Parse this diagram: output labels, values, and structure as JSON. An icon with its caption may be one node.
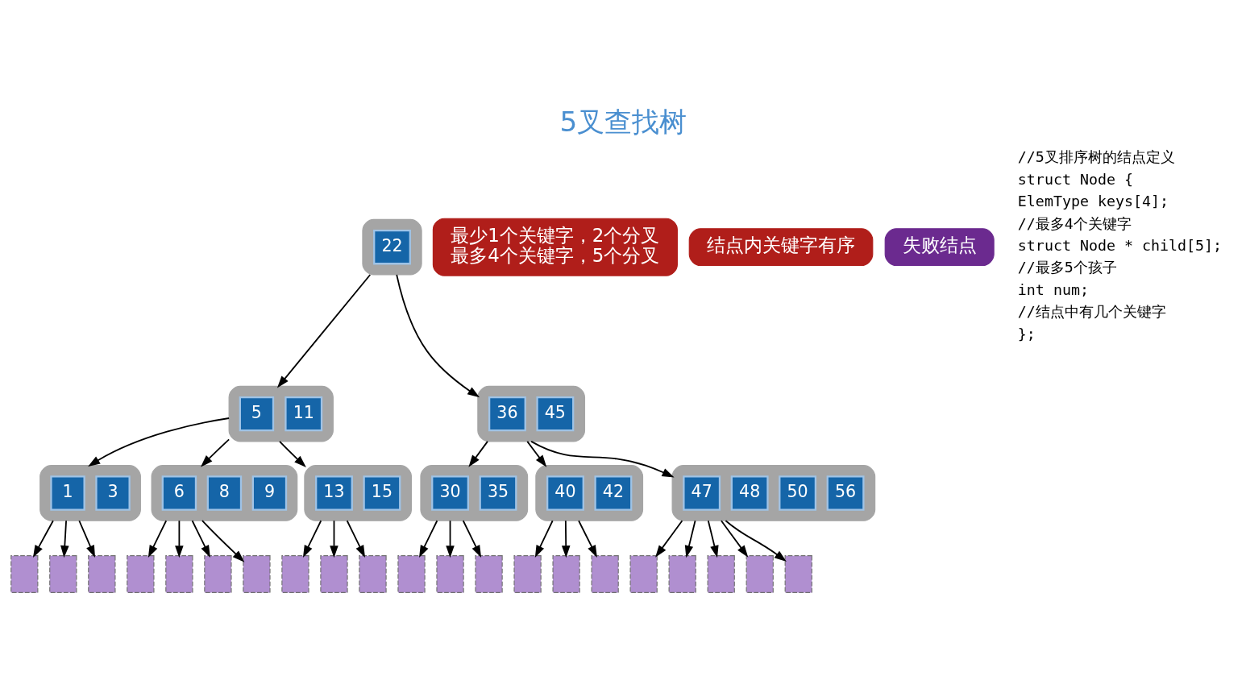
{
  "diagram": {
    "title": "5叉查找树",
    "nodes": [
      {
        "text": [],
        "shape": "box"
      },
      {
        "text": [
          "22"
        ],
        "in": 0
      },
      {
        "text": [
          "最少1个关键字，2个分叉",
          "最多4个关键字，5个分叉"
        ]
      },
      {
        "text": [],
        "shape": "box"
      },
      {
        "text": [
          "5"
        ],
        "in": 3
      },
      {
        "text": [
          "11"
        ],
        "in": 3
      },
      {
        "text": [],
        "shape": "box"
      },
      {
        "text": [
          "36"
        ],
        "in": 6
      },
      {
        "text": [
          "45"
        ],
        "in": 6
      },
      {
        "text": [
          "结点内关键字有序"
        ]
      },
      {
        "text": [],
        "shape": "box"
      },
      {
        "text": [
          "1"
        ],
        "in": 10
      },
      {
        "text": [
          "3"
        ],
        "in": 10
      },
      {
        "text": [],
        "shape": "box"
      },
      {
        "text": [
          "6"
        ],
        "in": 13
      },
      {
        "text": [
          "8"
        ],
        "in": 13
      },
      {
        "text": [
          "9"
        ],
        "in": 13
      },
      {
        "text": [],
        "shape": "box"
      },
      {
        "text": [
          "13"
        ],
        "in": 17
      },
      {
        "text": [
          "15"
        ],
        "in": 17
      },
      {
        "text": [],
        "shape": "box"
      },
      {
        "text": [
          "30"
        ],
        "in": 20
      },
      {
        "text": [
          "35"
        ],
        "in": 20
      },
      {
        "text": [],
        "shape": "box"
      },
      {
        "text": [
          "40"
        ],
        "in": 23
      },
      {
        "text": [
          "42"
        ],
        "in": 23
      },
      {
        "text": [],
        "shape": "box"
      },
      {
        "text": [
          "47"
        ],
        "in": 26
      },
      {
        "text": [
          "48"
        ],
        "in": 26
      },
      {
        "text": [
          "50"
        ],
        "in": 26
      },
      {
        "text": [
          "56"
        ],
        "in": 26
      },
      {
        "text": [],
        "shape": "box"
      },
      {
        "text": [],
        "shape": "box"
      },
      {
        "text": [],
        "shape": "box"
      },
      {
        "text": [],
        "shape": "box"
      },
      {
        "text": [],
        "shape": "box"
      },
      {
        "text": [],
        "shape": "box"
      },
      {
        "text": [],
        "shape": "box"
      },
      {
        "text": [],
        "shape": "box"
      },
      {
        "text": [],
        "shape": "box"
      },
      {
        "text": [],
        "shape": "box"
      },
      {
        "text": [],
        "shape": "box"
      },
      {
        "text": [],
        "shape": "box"
      },
      {
        "text": [],
        "shape": "box"
      },
      {
        "text": [],
        "shape": "box"
      },
      {
        "text": [],
        "shape": "box"
      },
      {
        "text": [],
        "shape": "box"
      },
      {
        "text": [],
        "shape": "box"
      },
      {
        "text": [],
        "shape": "box"
      },
      {
        "text": [],
        "shape": "box"
      },
      {
        "text": [],
        "shape": "box"
      },
      {
        "text": [],
        "shape": "box"
      },
      {
        "text": [
          "失败结点"
        ]
      }
    ],
    "edges": [
      {
        "from": 0,
        "to": 3,
        "arrow": "to"
      },
      {
        "from": 0,
        "to": 6,
        "arrow": "to"
      },
      {
        "from": 3,
        "to": 10,
        "arrow": "to"
      },
      {
        "from": 3,
        "to": 13,
        "arrow": "to"
      },
      {
        "from": 3,
        "to": 17,
        "arrow": "to"
      },
      {
        "from": 6,
        "to": 20,
        "arrow": "to"
      },
      {
        "from": 6,
        "to": 23,
        "arrow": "to"
      },
      {
        "from": 6,
        "to": 26,
        "arrow": "to"
      },
      {
        "from": 10,
        "to": 31,
        "arrow": "to"
      },
      {
        "from": 10,
        "to": 32,
        "arrow": "to"
      },
      {
        "from": 10,
        "to": 33,
        "arrow": "to"
      },
      {
        "from": 13,
        "to": 34,
        "arrow": "to"
      },
      {
        "from": 13,
        "to": 35,
        "arrow": "to"
      },
      {
        "from": 13,
        "to": 36,
        "arrow": "to"
      },
      {
        "from": 13,
        "to": 37,
        "arrow": "to"
      },
      {
        "from": 17,
        "to": 38,
        "arrow": "to"
      },
      {
        "from": 17,
        "to": 39,
        "arrow": "to"
      },
      {
        "from": 17,
        "to": 40,
        "arrow": "to"
      },
      {
        "from": 20,
        "to": 41,
        "arrow": "to"
      },
      {
        "from": 20,
        "to": 42,
        "arrow": "to"
      },
      {
        "from": 20,
        "to": 43,
        "arrow": "to"
      },
      {
        "from": 23,
        "to": 44,
        "arrow": "to"
      },
      {
        "from": 23,
        "to": 45,
        "arrow": "to"
      },
      {
        "from": 23,
        "to": 46,
        "arrow": "to"
      },
      {
        "from": 26,
        "to": 47,
        "arrow": "to"
      },
      {
        "from": 26,
        "to": 48,
        "arrow": "to"
      },
      {
        "from": 26,
        "to": 49,
        "arrow": "to"
      },
      {
        "from": 26,
        "to": 50,
        "arrow": "to"
      },
      {
        "from": 26,
        "to": 51,
        "arrow": "to"
      }
    ],
    "labels": [
      "//5叉排序树的结点定义",
      "struct Node {",
      "ElemType keys[4];",
      "//最多4个关键字",
      "struct Node * child[5];",
      "//最多5个孩子",
      "int num;",
      "//结点中有几个关键字",
      "};"
    ]
  }
}
